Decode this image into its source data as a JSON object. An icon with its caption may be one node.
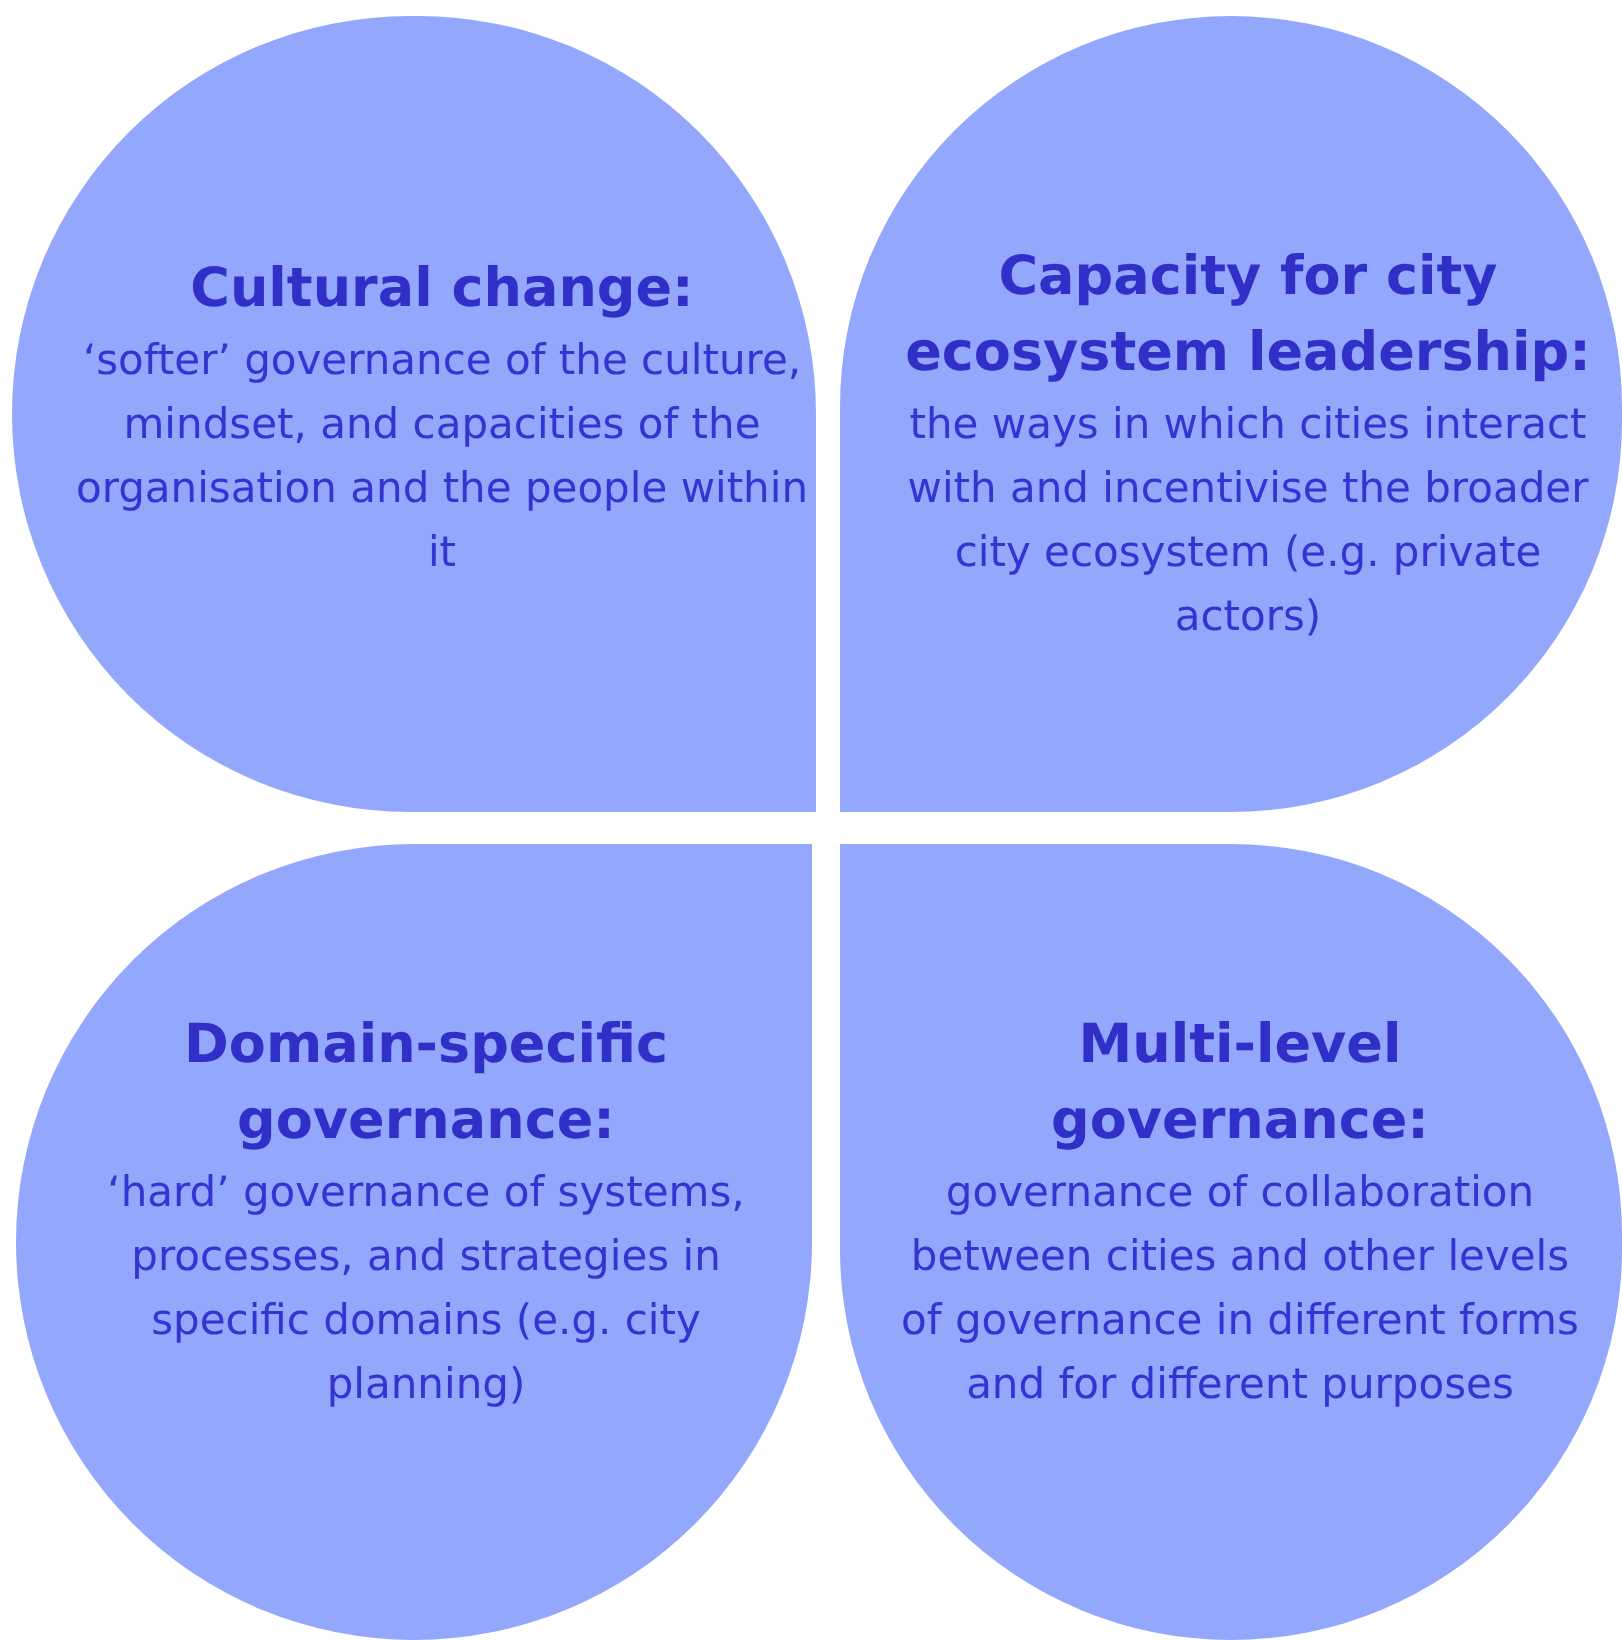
{
  "diagram": {
    "nodes": [
      {
        "text": [
          "Cultural change:",
          "‘softer’ governance of the culture, mindset, and capacities of the organisation and the people within it"
        ]
      },
      {
        "text": [
          "Capacity for city ecosystem leadership:",
          "the ways in which cities interact with and incentivise the broader city ecosystem (e.g. private actors)"
        ]
      },
      {
        "text": [
          "Domain-specific governance:",
          "‘hard’ governance of systems, processes, and strategies in specific domains (e.g. city planning)"
        ]
      },
      {
        "text": [
          "Multi-level governance:",
          "governance of collaboration between cities and other levels of governance in different forms and for different purposes"
        ]
      }
    ]
  }
}
